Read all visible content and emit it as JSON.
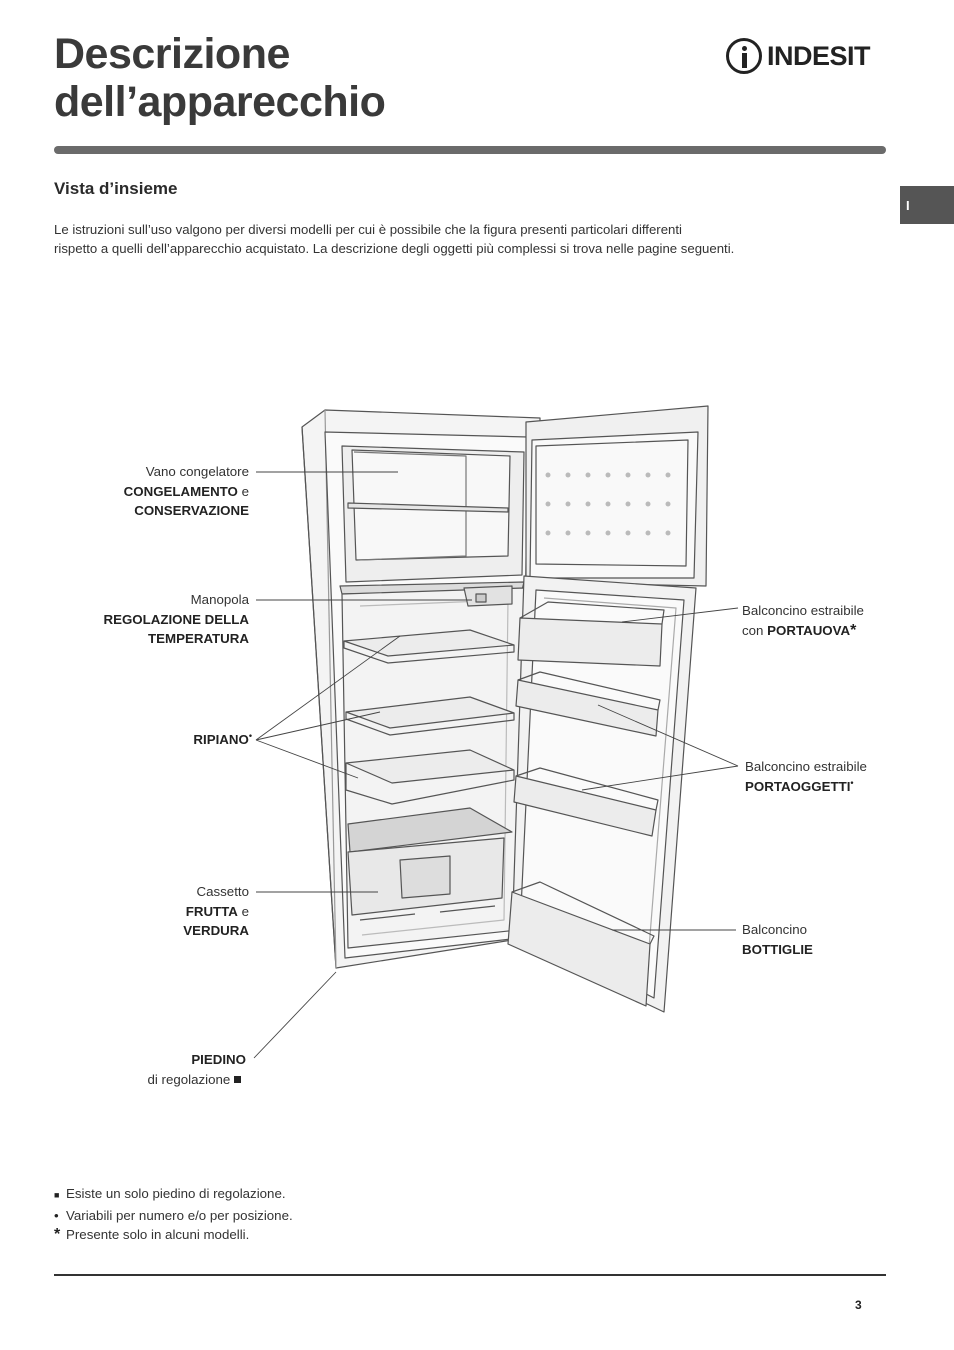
{
  "header": {
    "title_line1": "Descrizione",
    "title_line2": "dell’apparecchio",
    "logo_text": "INDESIT",
    "logo_icon": "indesit-i-logo-icon"
  },
  "side_tab": {
    "label": "I"
  },
  "section": {
    "title": "Vista d’insieme",
    "intro_line1": "Le istruzioni sull’uso valgono per diversi modelli per cui è possibile che la figura presenti particolari differenti",
    "intro_line2": "rispetto a quelli dell’apparecchio acquistato. La descrizione degli oggetti più complessi si trova nelle pagine seguenti."
  },
  "labels": {
    "freezer": {
      "l1": "Vano congelatore",
      "l2_bold": "CONGELAMENTO",
      "l2_rest": " e",
      "l3_bold": "CONSERVAZIONE"
    },
    "knob": {
      "l1": "Manopola",
      "l2_bold": "REGOLAZIONE DELLA",
      "l3_bold": "TEMPERATURA"
    },
    "shelf": {
      "l1_bold": "RIPIANO",
      "mark": "•"
    },
    "drawer": {
      "l1": "Cassetto",
      "l2_bold": "FRUTTA",
      "l2_rest": " e",
      "l3_bold": "VERDURA"
    },
    "foot": {
      "l1_bold": "PIEDINO",
      "l2": "di regolazione"
    },
    "egg_rack": {
      "l1": "Balconcino estraibile",
      "l2": "con ",
      "l2_bold": "PORTAUOVA",
      "mark": "*"
    },
    "door_rack": {
      "l1": "Balconcino estraibile",
      "l2_bold": "PORTAOGGETTI",
      "mark": "•"
    },
    "bottle_rack": {
      "l1": "Balconcino",
      "l2_bold": "BOTTIGLIE"
    }
  },
  "footnotes": [
    {
      "mark": "■",
      "text": "Esiste un solo piedino di regolazione."
    },
    {
      "mark": "•",
      "text": "Variabili per numero e/o per posizione."
    },
    {
      "mark": "*",
      "text": "Presente solo in alcuni modelli."
    }
  ],
  "footer": {
    "page_number": "3"
  }
}
